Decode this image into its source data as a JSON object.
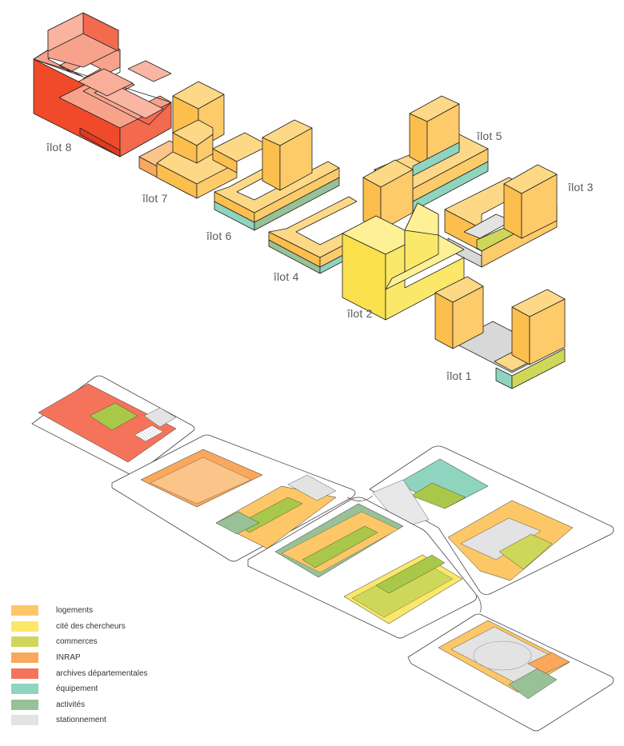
{
  "ilots": [
    {
      "id": "ilot-8",
      "label": "îlot 8"
    },
    {
      "id": "ilot-7",
      "label": "îlot 7"
    },
    {
      "id": "ilot-6",
      "label": "îlot 6"
    },
    {
      "id": "ilot-5",
      "label": "îlot 5"
    },
    {
      "id": "ilot-4",
      "label": "îlot 4"
    },
    {
      "id": "ilot-3",
      "label": "îlot 3"
    },
    {
      "id": "ilot-2",
      "label": "îlot 2"
    },
    {
      "id": "ilot-1",
      "label": "îlot 1"
    }
  ],
  "legend": [
    {
      "label": "logements",
      "color": "#fdc767"
    },
    {
      "label": "cité des chercheurs",
      "color": "#fbe869"
    },
    {
      "label": "commerces",
      "color": "#cfd75a"
    },
    {
      "label": "INRAP",
      "color": "#f9a85d"
    },
    {
      "label": "archives départementales",
      "color": "#f5735a"
    },
    {
      "label": "équipement",
      "color": "#8fd4be"
    },
    {
      "label": "activités",
      "color": "#98c197"
    },
    {
      "label": "stationnement",
      "color": "#e3e3e3"
    }
  ],
  "colors": {
    "logements_top": "#fdd987",
    "logements_left": "#fcbe4c",
    "logements_right": "#fdcb6a",
    "chercheurs_top": "#fdf095",
    "chercheurs_left": "#f9e04c",
    "archives_top": "#f7a38c",
    "archives_left": "#f04a2a",
    "archives_right": "#f36a4f",
    "outline": "#222222",
    "site_outline": "#555555"
  }
}
